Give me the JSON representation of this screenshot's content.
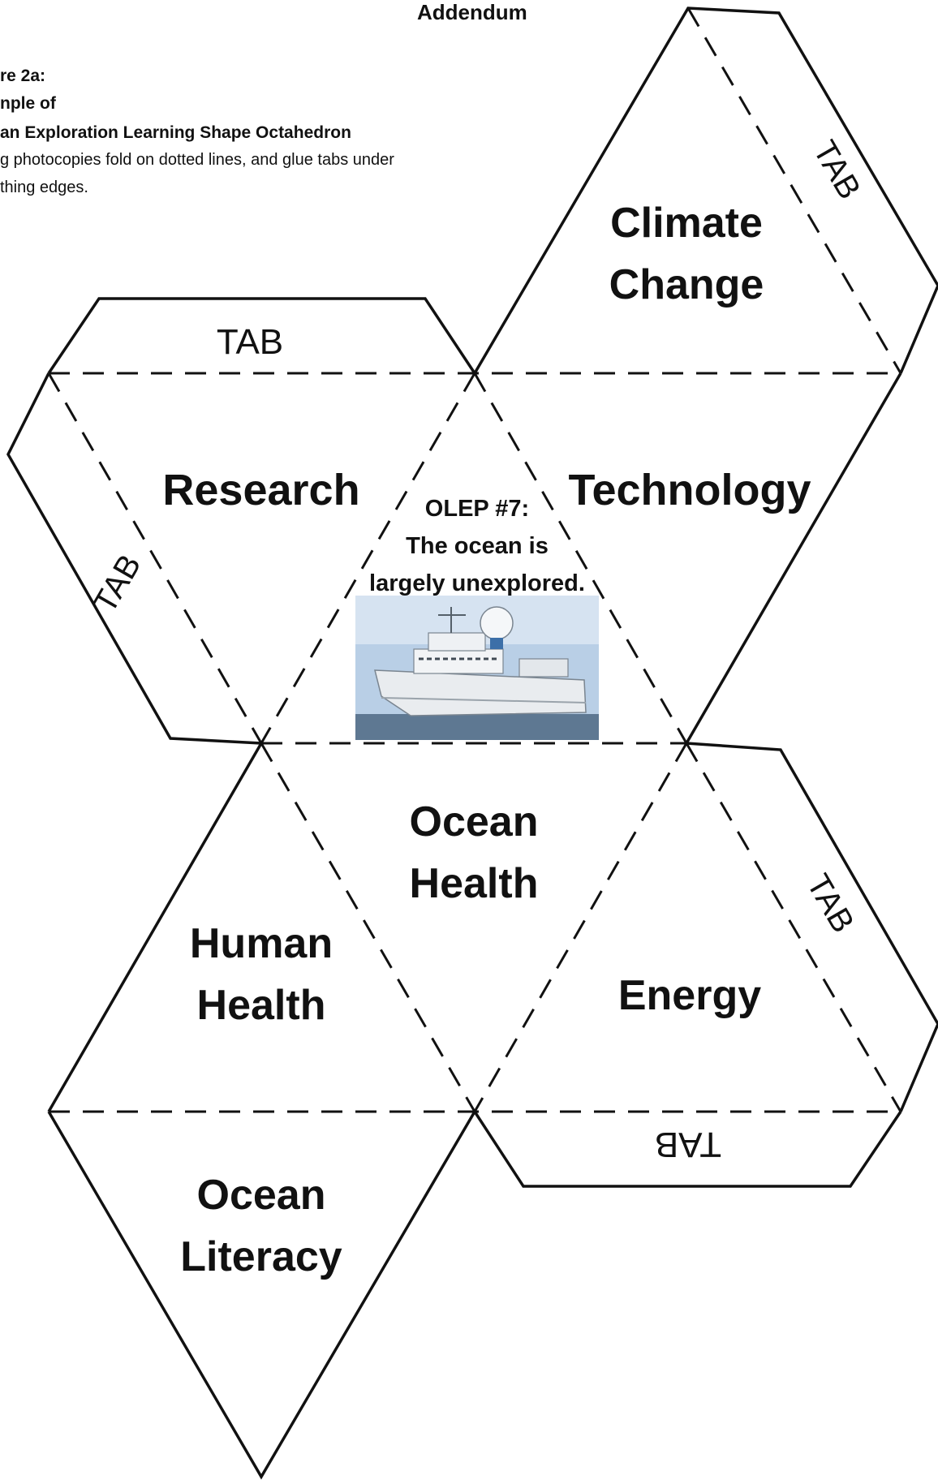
{
  "header": {
    "title": "Addendum",
    "figure_label": "re 2a:",
    "figure_sub": "nple of",
    "figure_name": "an Exploration Learning Shape Octahedron",
    "instructions_line1": "g photocopies fold on dotted lines, and glue tabs under",
    "instructions_line2": "thing edges."
  },
  "faces": {
    "climate": [
      "Climate",
      "Change"
    ],
    "research": "Research",
    "technology": "Technology",
    "ocean_health": [
      "Ocean",
      "Health"
    ],
    "human_health": [
      "Human",
      "Health"
    ],
    "energy": "Energy",
    "ocean_literacy": [
      "Ocean",
      "Literacy"
    ]
  },
  "center": {
    "lines": [
      "OLEP #7:",
      "The ocean is",
      "largely unexplored."
    ],
    "photo_alt": "research vessel photo"
  },
  "tabs": {
    "top": "TAB",
    "left": "TAB",
    "right_upper": "TAB",
    "right_lower": "TAB",
    "bottom": "TAB"
  },
  "colors": {
    "line": "#111111",
    "sky": "#b9cfe6",
    "sea": "#5e7892",
    "hull": "#e9ecef"
  }
}
